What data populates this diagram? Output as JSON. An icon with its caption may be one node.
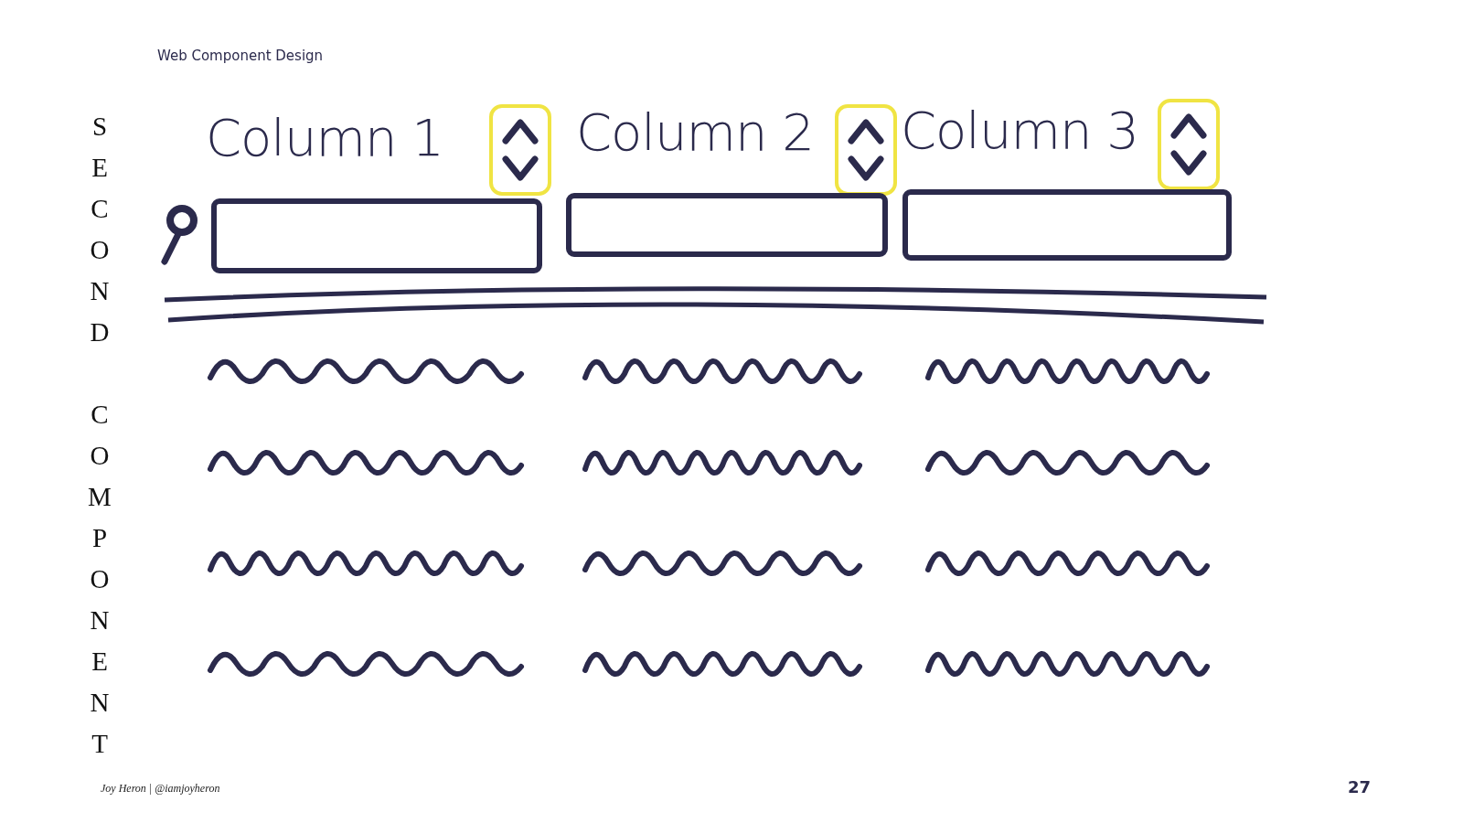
{
  "diagram": {
    "title": "Web Component Design",
    "labels": [
      "SECOND COMPONENT",
      "Column 1",
      "Column 2",
      "Column 3",
      "Joy Heron | @iamjoyheron",
      "27"
    ]
  }
}
